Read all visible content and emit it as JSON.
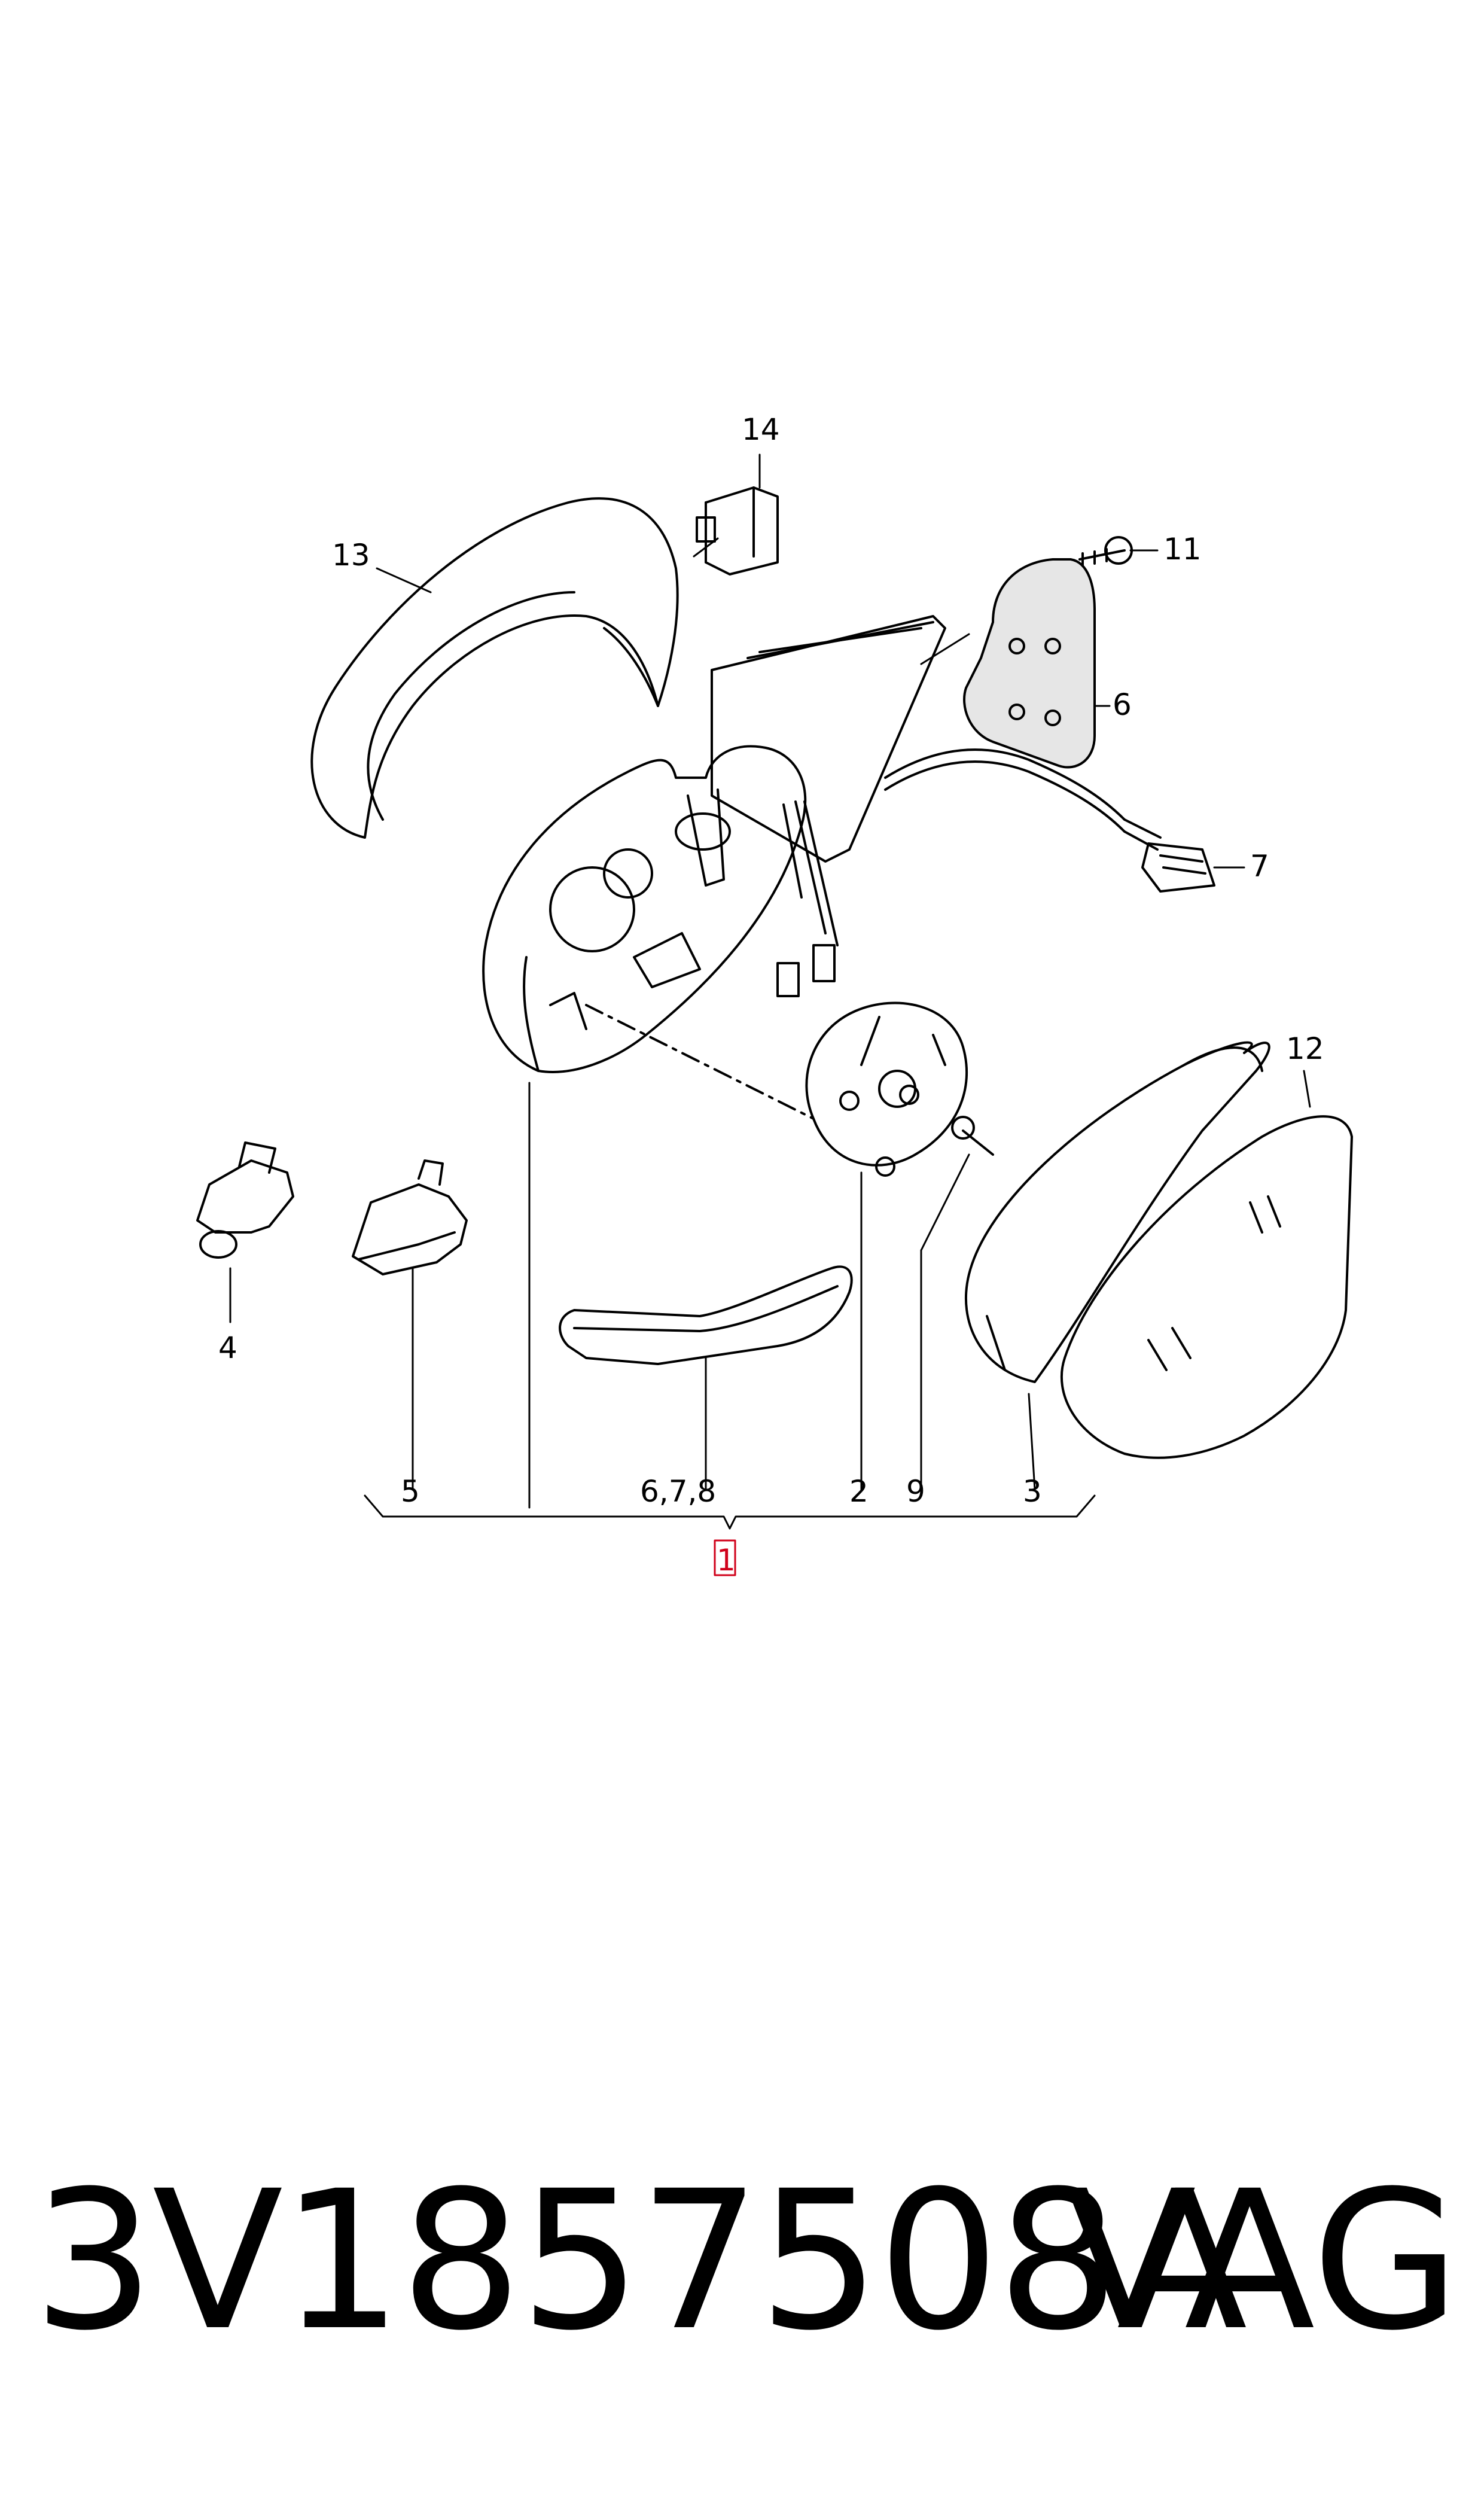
{
  "callouts": {
    "c1": "1",
    "c2": "2",
    "c3": "3",
    "c4": "4",
    "c5": "5",
    "c6": "6",
    "c678": "6,7,8",
    "c7": "7",
    "c9": "9",
    "c11": "11",
    "c12": "12",
    "c13": "13",
    "c14": "14"
  },
  "footer": {
    "part_number": "3V1857508A",
    "brand": "VAG"
  },
  "colors": {
    "line": "#000000",
    "highlight_box": "#d0021b"
  }
}
